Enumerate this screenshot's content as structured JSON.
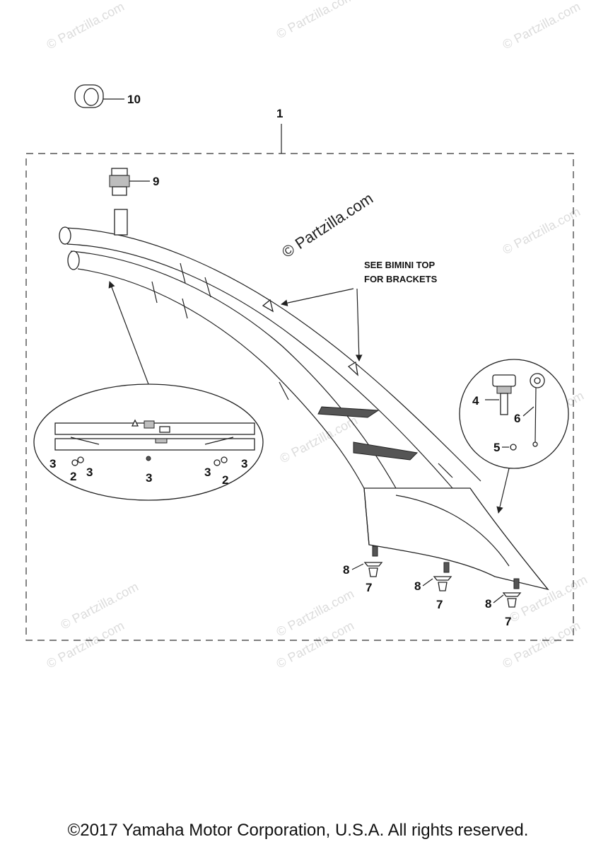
{
  "callouts": {
    "c1": "1",
    "c2a": "2",
    "c2b": "2",
    "c3a": "3",
    "c3b": "3",
    "c3c": "3",
    "c3d": "3",
    "c3e": "3",
    "c4": "4",
    "c5": "5",
    "c6": "6",
    "c7a": "7",
    "c7b": "7",
    "c7c": "7",
    "c8a": "8",
    "c8b": "8",
    "c8c": "8",
    "c9": "9",
    "c10": "10"
  },
  "note": {
    "line1": "SEE BIMINI TOP",
    "line2": "FOR BRACKETS"
  },
  "watermark": {
    "text": "© Partzilla.com"
  },
  "footer": {
    "copyright": "©2017 Yamaha Motor Corporation, U.S.A. All rights reserved."
  }
}
